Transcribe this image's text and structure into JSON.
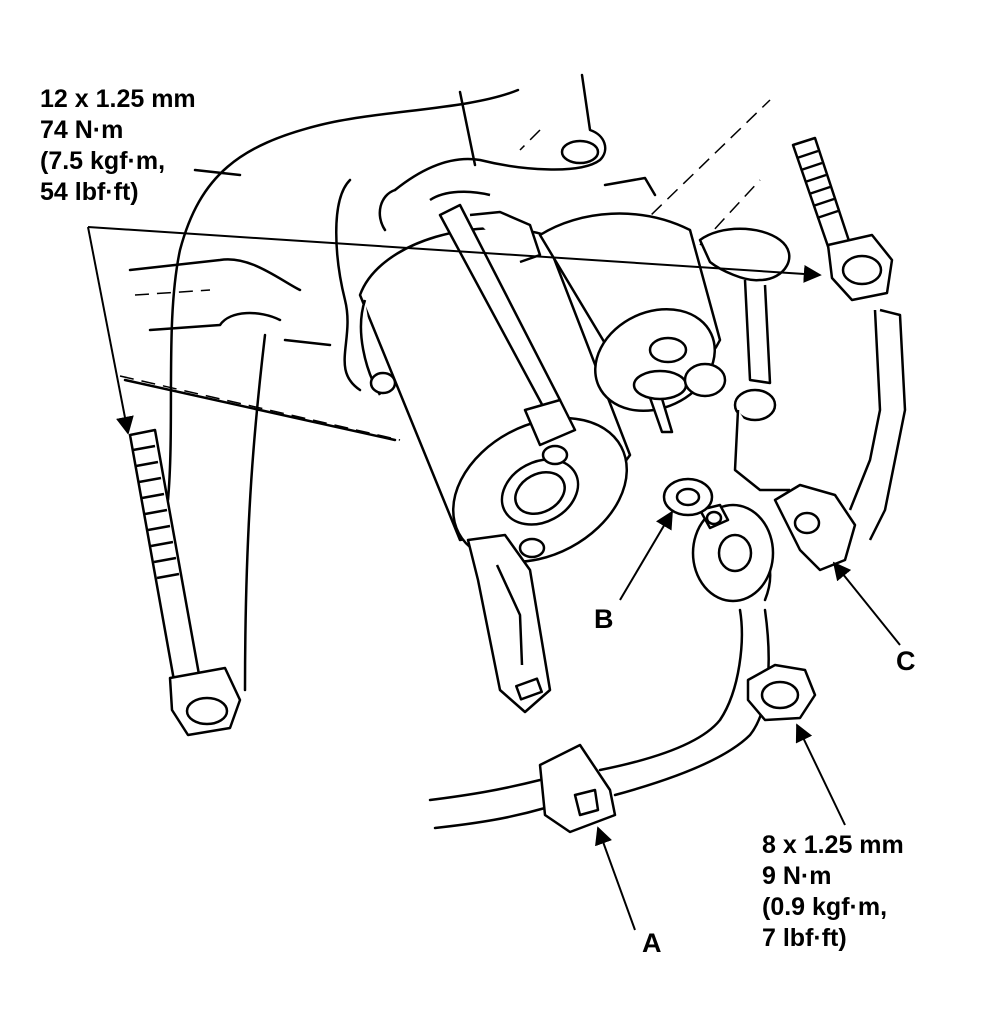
{
  "callouts": {
    "a": "A",
    "b": "B",
    "c": "C"
  },
  "specs": {
    "large_bolt": {
      "size": "12 x 1.25 mm",
      "torque_nm": "74 N·m",
      "torque_kgf": "(7.5 kgf·m,",
      "torque_lbf": "54 lbf·ft)"
    },
    "small_nut": {
      "size": "8 x 1.25 mm",
      "torque_nm": "9 N·m",
      "torque_kgf": "(0.9 kgf·m,",
      "torque_lbf": "7 lbf·ft)"
    }
  }
}
